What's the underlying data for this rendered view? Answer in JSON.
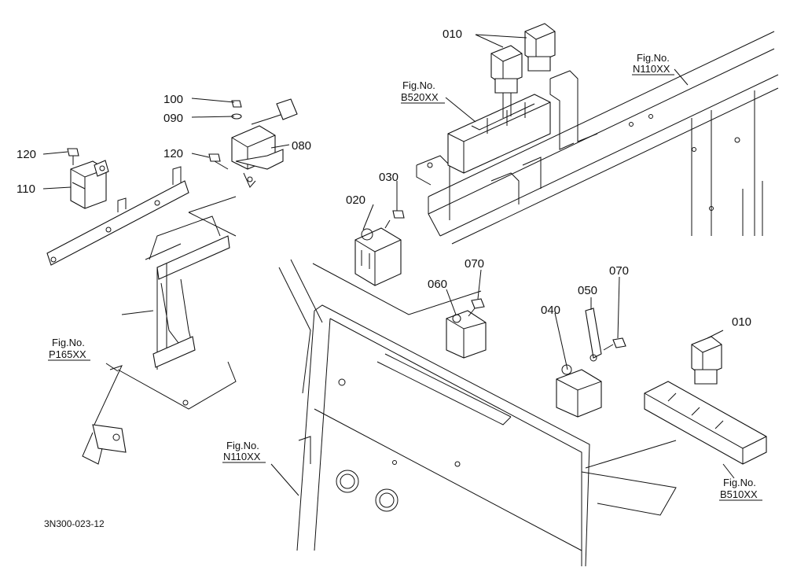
{
  "diagram_code": "3N300-023-12",
  "fig_ref_title": "Fig.No.",
  "fig_refs": {
    "b520": "B520XX",
    "n110_top": "N110XX",
    "p165": "P165XX",
    "n110_bottom": "N110XX",
    "b510": "B510XX"
  },
  "callouts": {
    "p010_top": "010",
    "p010_right": "010",
    "p020": "020",
    "p030": "030",
    "p040": "040",
    "p050": "050",
    "p060": "060",
    "p070_a": "070",
    "p070_b": "070",
    "p080": "080",
    "p090": "090",
    "p100": "100",
    "p110": "110",
    "p120_a": "120",
    "p120_b": "120"
  }
}
